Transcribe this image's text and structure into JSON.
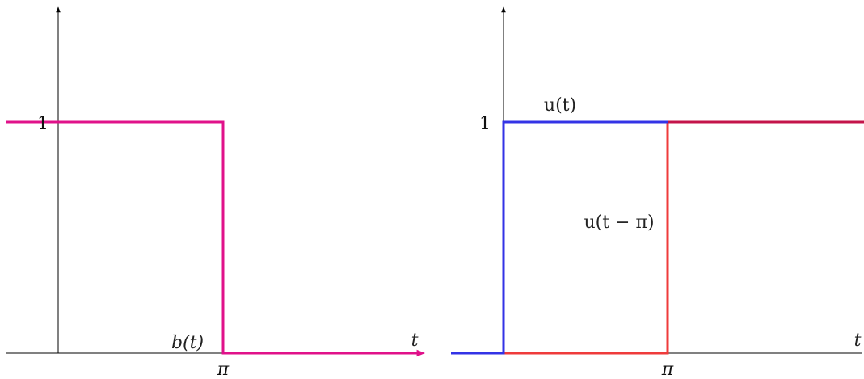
{
  "colors": {
    "b": "#e0118a",
    "u": "#3333e6",
    "u_shift": "#ef3b3b",
    "u_overlap": "#c4144a"
  },
  "left": {
    "y_tick": "1",
    "x_tick": "π",
    "x_axis_label": "t",
    "curve_label": "b(t)"
  },
  "right": {
    "y_tick": "1",
    "x_tick": "π",
    "x_axis_label": "t",
    "curve_label_u": "u(t)",
    "curve_label_shift": "u(t − π)"
  }
}
